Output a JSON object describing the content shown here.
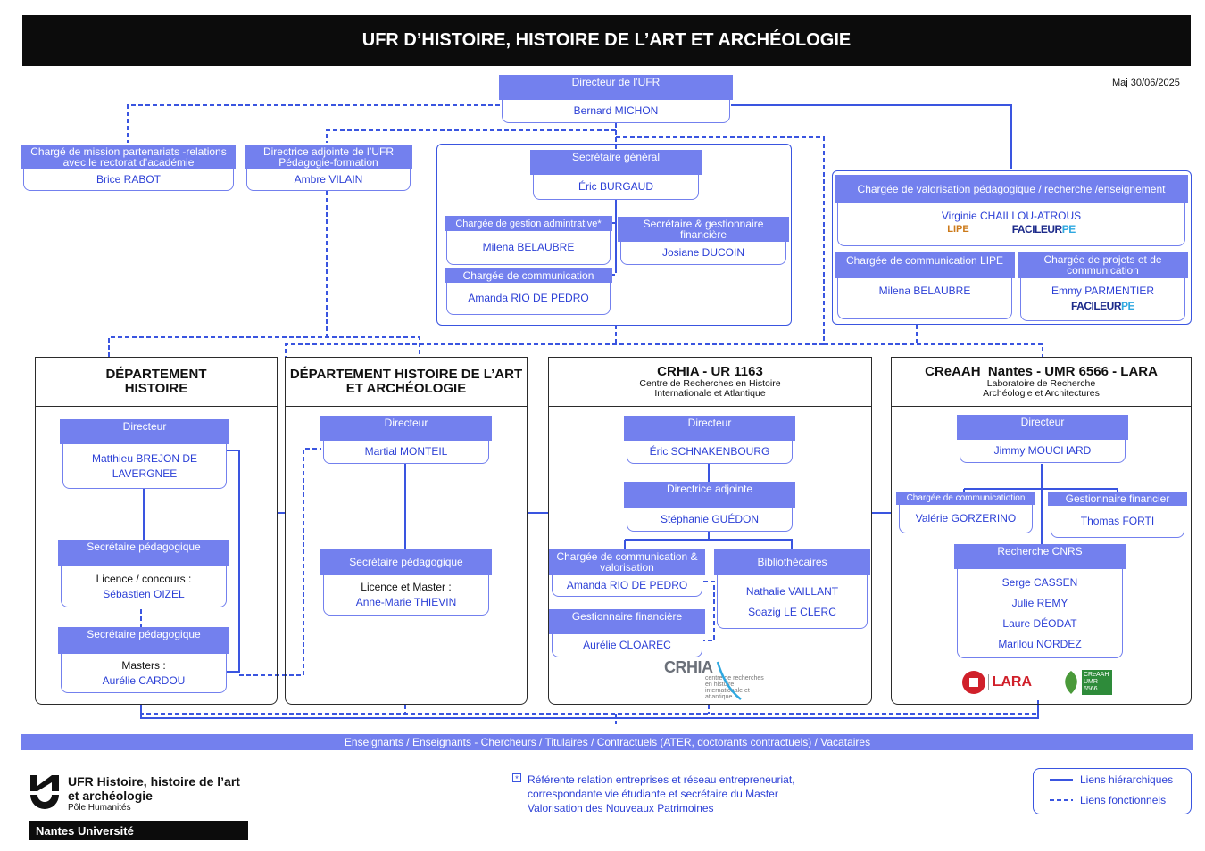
{
  "header": {
    "title": "UFR D’HISTOIRE, HISTOIRE DE L’ART ET ARCHÉOLOGIE",
    "update": "Maj 30/06/2025"
  },
  "ufr": {
    "director": {
      "role": "Directeur de l’UFR",
      "name": "Bernard MICHON"
    },
    "mission": {
      "role": "Chargé de mission partenariats -relations avec le rectorat d’académie",
      "name": "Brice RABOT"
    },
    "deputy": {
      "role": "Directrice adjointe de l’UFR Pédagogie-formation",
      "name": "Ambre VILAIN"
    },
    "secgen": {
      "role": "Secrétaire général",
      "name": "Éric BURGAUD"
    },
    "admin": {
      "role": "Chargée de gestion admintrative*",
      "name": "Milena BELAUBRE"
    },
    "finance": {
      "role": "Secrétaire & gestionnaire financière",
      "name": "Josiane DUCOIN"
    },
    "comm": {
      "role": "Chargée de communication",
      "name": "Amanda RIO DE PEDRO"
    },
    "valo": {
      "role": "Chargée de valorisation pédagogique / recherche /enseignement",
      "name": "Virginie CHAILLOU-ATROUS"
    },
    "lipecomm": {
      "role": "Chargée de communication LIPE",
      "name": "Milena BELAUBRE"
    },
    "projects": {
      "role": "Chargée de projets et de communication",
      "name": "Emmy PARMENTIER"
    },
    "logos": {
      "lipe": "LIPE",
      "faciL": "FACILEUR",
      "faciE": "PE",
      "faciR": ""
    }
  },
  "histoire": {
    "title": "DÉPARTEMENT HISTOIRE",
    "director": {
      "role": "Directeur",
      "name1": "Matthieu BREJON DE",
      "name2": "LAVERGNEE"
    },
    "secLicence": {
      "role": "Secrétaire pédagogique",
      "label": "Licence / concours :",
      "name": "Sébastien OIZEL"
    },
    "secMasters": {
      "role": "Secrétaire pédagogique",
      "label": "Masters :",
      "name": "Aurélie CARDOU"
    }
  },
  "art": {
    "title": "DÉPARTEMENT HISTOIRE DE L’ART ET ARCHÉOLOGIE",
    "director": {
      "role": "Directeur",
      "name": "Martial MONTEIL"
    },
    "sec": {
      "role": "Secrétaire pédagogique",
      "label": "Licence et Master :",
      "name": "Anne-Marie THIEVIN"
    }
  },
  "crhia": {
    "title": "CRHIA - UR 1163",
    "subtitle": "Centre de Recherches en Histoire Internationale et Atlantique",
    "director": {
      "role": "Directeur",
      "name": "Éric SCHNAKENBOURG"
    },
    "deputy": {
      "role": "Directrice adjointe",
      "name": "Stéphanie GUÉDON"
    },
    "comm": {
      "role": "Chargée de communication & valorisation",
      "name": "Amanda RIO DE PEDRO"
    },
    "libs": {
      "role": "Bibliothécaires",
      "name1": "Nathalie VAILLANT",
      "name2": "Soazig LE CLERC"
    },
    "fin": {
      "role": "Gestionnaire financière",
      "name": "Aurélie CLOAREC"
    },
    "logo": {
      "text": "CRHIA",
      "tag": "centre de recherches en histoire internationale et atlantique"
    }
  },
  "creaah": {
    "title": "CReAAH  Nantes - UMR 6566 - LARA",
    "subtitle": "Laboratoire de Recherche Archéologie et Architectures",
    "director": {
      "role": "Directeur",
      "name": "Jimmy MOUCHARD"
    },
    "comm": {
      "role": "Chargée de communicatiotion",
      "name": "Valérie GORZERINO"
    },
    "fin": {
      "role": "Gestionnaire financier",
      "name": "Thomas FORTI"
    },
    "cnrs": {
      "role": "Recherche CNRS",
      "names": [
        "Serge CASSEN",
        "Julie REMY",
        "Laure DÉODAT",
        "Marilou NORDEZ"
      ]
    },
    "logos": {
      "lara": "LARA",
      "creaah": "CReAAH UMR 6566"
    }
  },
  "bottomBar": "Enseignants / Enseignants - Chercheurs / Titulaires / Contractuels (ATER, doctorants contractuels) / Vacataires",
  "footer": {
    "ufrName1": "UFR Histoire, histoire de l’art",
    "ufrName2": "et archéologie",
    "pole": "Pôle Humanités",
    "nu": "Nantes Université",
    "note1": "Référente relation entreprises et réseau entrepreneuriat,",
    "note2": "correspondante vie étudiante et secrétaire du Master",
    "note3": "Valorisation des Nouveaux Patrimoines",
    "noteMark": "*",
    "legendHier": "Liens hiérarchiques",
    "legendFunc": "Liens fonctionnels"
  },
  "colors": {
    "accent": "#7380ee",
    "line": "#3a55e0",
    "text": "#2b3fd6"
  }
}
